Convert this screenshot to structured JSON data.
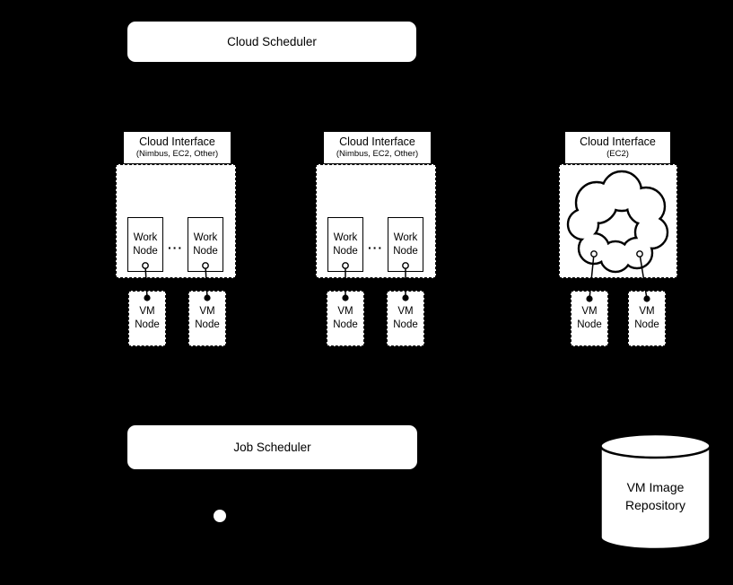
{
  "colors": {
    "background": "#000000",
    "shape_fill": "#ffffff",
    "stroke": "#000000"
  },
  "cloud_scheduler": {
    "label": "Cloud Scheduler"
  },
  "job_scheduler": {
    "label": "Job Scheduler"
  },
  "interfaces": [
    {
      "title": "Cloud Interface",
      "subtitle": "(Nimbus, EC2, Other)",
      "work_nodes": [
        "Work Node",
        "Work Node"
      ],
      "ellipsis": "···"
    },
    {
      "title": "Cloud Interface",
      "subtitle": "(Nimbus, EC2, Other)",
      "work_nodes": [
        "Work Node",
        "Work Node"
      ],
      "ellipsis": "···"
    },
    {
      "title": "Cloud Interface",
      "subtitle": "(EC2)",
      "cloud_icon": "cloud-shape-icon"
    }
  ],
  "vm_nodes": [
    "VM Node",
    "VM Node",
    "VM Node",
    "VM Node",
    "VM Node",
    "VM Node"
  ],
  "repository": {
    "label": "VM Image Repository",
    "line1": "VM Image",
    "line2": "Repository",
    "icon": "database-cylinder-icon"
  },
  "connectors": {
    "junction_dot_icon": "white-junction-dot",
    "port_icon": "open-port-circle",
    "endpoint_icon": "filled-endpoint-dot"
  }
}
